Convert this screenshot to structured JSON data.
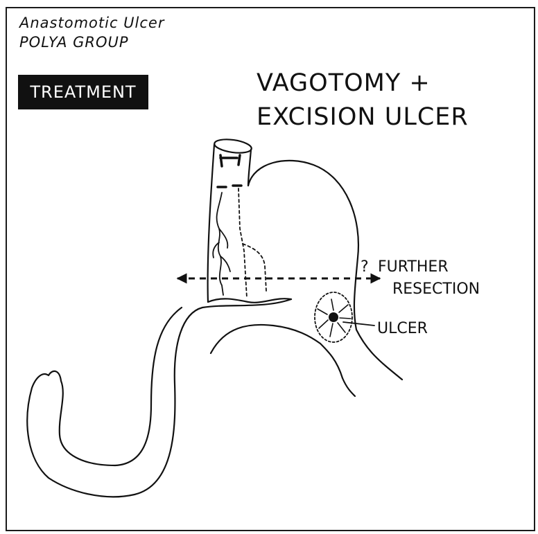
{
  "header": {
    "subtitle_line1": "Anastomotic Ulcer",
    "subtitle_line2": "POLYA GROUP",
    "badge": "TREATMENT",
    "title_line1": "VAGOTOMY +",
    "title_line2": "EXCISION ULCER"
  },
  "figure": {
    "question_mark": "?",
    "resection_line1": "FURTHER",
    "resection_line2": "RESECTION",
    "ulcer_label": "ULCER"
  }
}
